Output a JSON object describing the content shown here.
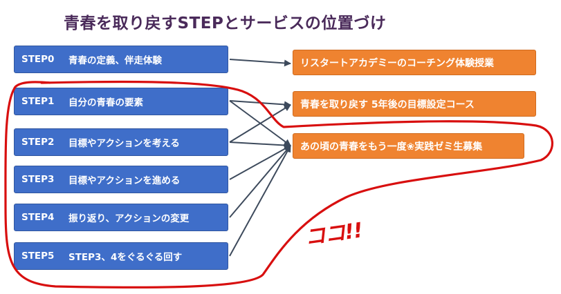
{
  "title": "青春を取り戻すSTEPとサービスの位置づけ",
  "steps": [
    {
      "code": "STEP0",
      "label": "青春の定義、伴走体験"
    },
    {
      "code": "STEP1",
      "label": "自分の青春の要素"
    },
    {
      "code": "STEP2",
      "label": "目標やアクションを考える"
    },
    {
      "code": "STEP3",
      "label": "目標やアクションを進める"
    },
    {
      "code": "STEP4",
      "label": "振り返り、アクションの変更"
    },
    {
      "code": "STEP5",
      "label": "STEP3、4をぐるぐる回す"
    }
  ],
  "services": [
    {
      "label": "リスタートアカデミーのコーチング体験授業"
    },
    {
      "label": "青春を取り戻す 5年後の目標設定コース"
    },
    {
      "label": "あの頃の青春をもう一度❀実践ゼミ生募集"
    }
  ],
  "annotation": "ココ!!",
  "colors": {
    "step_fill": "#3f6ec9",
    "service_fill": "#ef8330",
    "arrow": "#3d4a5c",
    "highlight": "#d80f0f",
    "title": "#4a2a5a"
  }
}
